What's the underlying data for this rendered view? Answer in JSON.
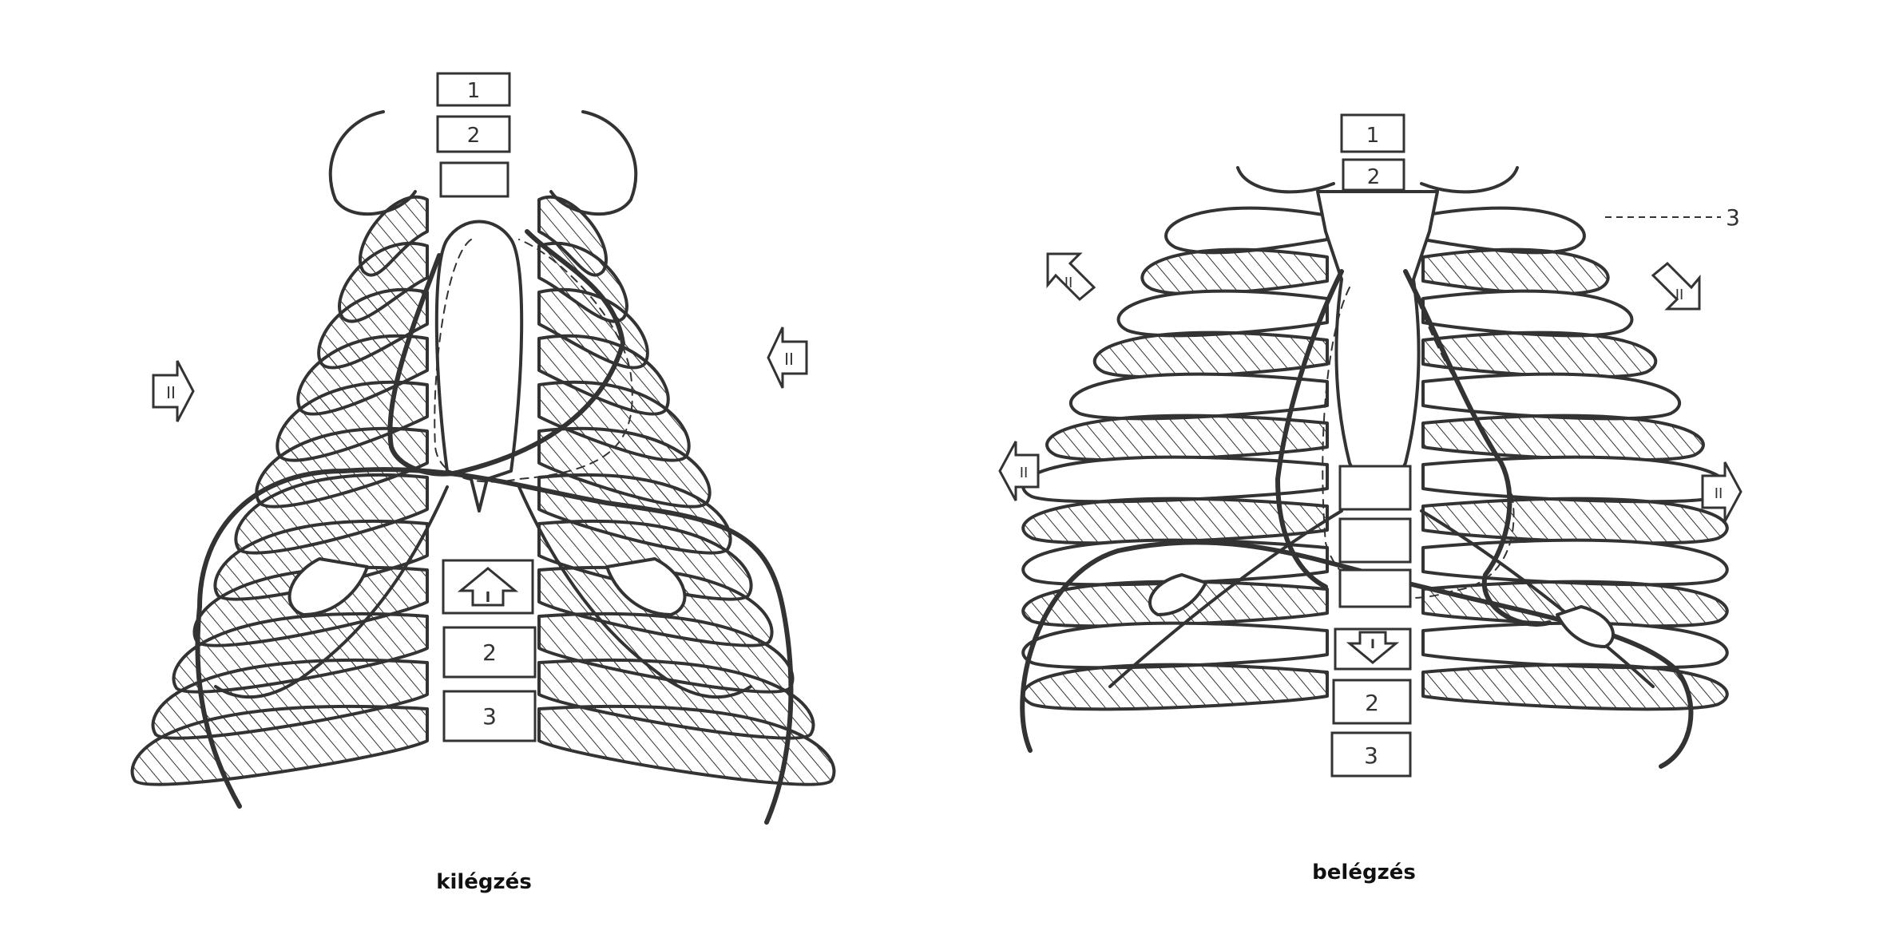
{
  "exhale": {
    "caption": "kilégzés",
    "top_boxes": [
      "1",
      "2",
      ""
    ],
    "middle_arrow": "I",
    "bottom_boxes": [
      "2",
      "3"
    ],
    "side_arrows": [
      "II",
      "II"
    ]
  },
  "inhale": {
    "caption": "belégzés",
    "top_boxes": [
      "1",
      "2"
    ],
    "label_3": "3",
    "middle_arrow": "I",
    "bottom_boxes": [
      "2",
      "3"
    ],
    "side_arrows": [
      "II",
      "II",
      "II",
      "II"
    ]
  },
  "colors": {
    "line": "#333333",
    "background": "#ffffff"
  }
}
